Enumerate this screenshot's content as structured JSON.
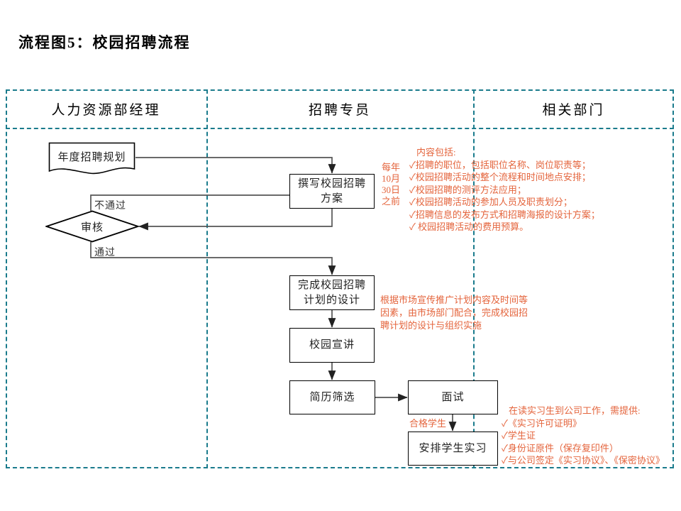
{
  "title": "流程图5：校园招聘流程",
  "lanes": [
    {
      "label": "人力资源部经理"
    },
    {
      "label": "招聘专员"
    },
    {
      "label": "相关部门"
    }
  ],
  "nodes": {
    "annual_plan": {
      "text": "年度招聘规划",
      "shape": "document"
    },
    "write_plan": {
      "text": "撰写校园招聘\n方案",
      "shape": "process"
    },
    "review": {
      "text": "审核",
      "shape": "decision"
    },
    "finish_design": {
      "text": "完成校园招聘\n计划的设计",
      "shape": "process"
    },
    "campus_talk": {
      "text": "校园宣讲",
      "shape": "process"
    },
    "resume_screen": {
      "text": "简历筛选",
      "shape": "process"
    },
    "interview": {
      "text": "面试",
      "shape": "process"
    },
    "arrange_intern": {
      "text": "安排学生实习",
      "shape": "process"
    }
  },
  "edge_labels": {
    "fail": "不通过",
    "pass": "通过",
    "qualified_students": "合格学生"
  },
  "annotations": {
    "deadline": "每年\n10月\n30日\n之前",
    "plan_contents": {
      "heading": "内容包括:",
      "items": [
        "✓招聘的职位，包括职位名称、岗位职责等；",
        "✓校园招聘活动的整个流程和时间地点安排；",
        "✓校园招聘的测评方法应用；",
        "✓校园招聘活动的参加人员及职责划分；",
        "✓招聘信息的发布方式和招聘海报的设计方案；",
        "✓ 校园招聘活动的费用预算。"
      ]
    },
    "market_note": "根据市场宣传推广计划内容及时间等因素，由市场部门配合，完成校园招聘计划的设计与组织实施",
    "intern_docs": {
      "heading": "在读实习生到公司工作，需提供:",
      "items": [
        "✓《实习许可证明》",
        "✓学生证",
        "✓身份证原件（保存复印件）",
        "✓与公司签定《实习协议》、《保密协议》"
      ]
    }
  },
  "colors": {
    "lane_border": "#1a7b8c",
    "annotation": "#E4643C",
    "node_border": "#000000",
    "connector": "#555555"
  }
}
